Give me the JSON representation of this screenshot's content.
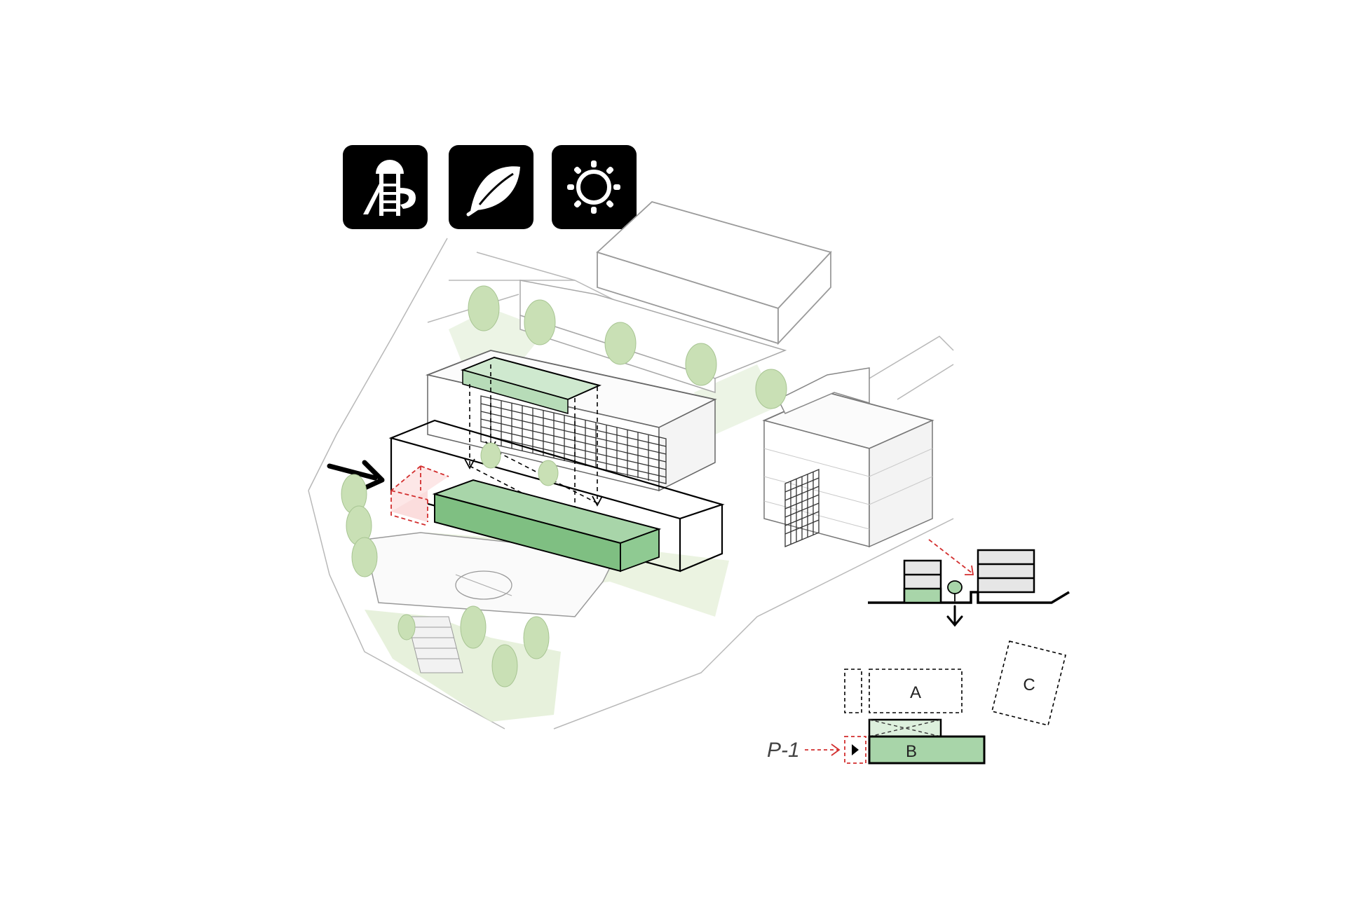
{
  "icons": [
    {
      "name": "playground-slide-icon"
    },
    {
      "name": "leaf-icon"
    },
    {
      "name": "sun-icon"
    }
  ],
  "legend": {
    "block_a": "A",
    "block_b": "B",
    "block_c": "C",
    "pointer": "P-1"
  },
  "colors": {
    "green_fill": "#a8d5a9",
    "green_stroke": "#2e7d32",
    "red_dash": "#d32f2f",
    "icon_bg": "#000000",
    "tree": "#c9e0b5"
  }
}
